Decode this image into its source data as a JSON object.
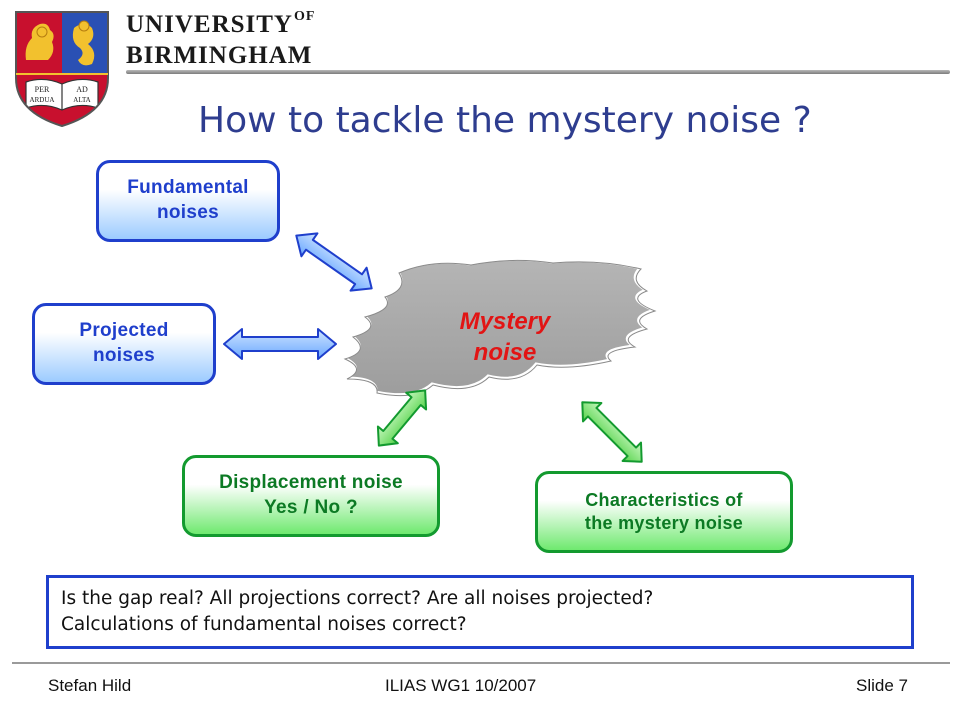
{
  "header": {
    "university_line1": "UNIVERSITY",
    "university_of": "OF",
    "university_line2": "BIRMINGHAM",
    "crest_text": [
      "PER",
      "ARDUA",
      "AD",
      "ALTA"
    ]
  },
  "slide": {
    "title": "How to tackle the mystery noise ?"
  },
  "diagram": {
    "fundamental": "Fundamental\nnoises",
    "projected": "Projected\nnoises",
    "mystery": "Mystery\nnoise",
    "displacement": "Displacement noise\nYes / No ?",
    "characteristics": "Characteristics of\nthe mystery noise"
  },
  "questions": {
    "line1": "Is the gap real? All projections correct? Are all noises projected?",
    "line2": "Calculations of fundamental noises correct?"
  },
  "footer": {
    "author": "Stefan Hild",
    "event": "ILIAS WG1 10/2007",
    "slide_number": "Slide 7"
  },
  "colors": {
    "title": "#2e3d8f",
    "blue_border": "#1f3fcc",
    "green_border": "#139a2f",
    "mystery_text": "#e21414",
    "cloud": "#a9a9a9"
  }
}
